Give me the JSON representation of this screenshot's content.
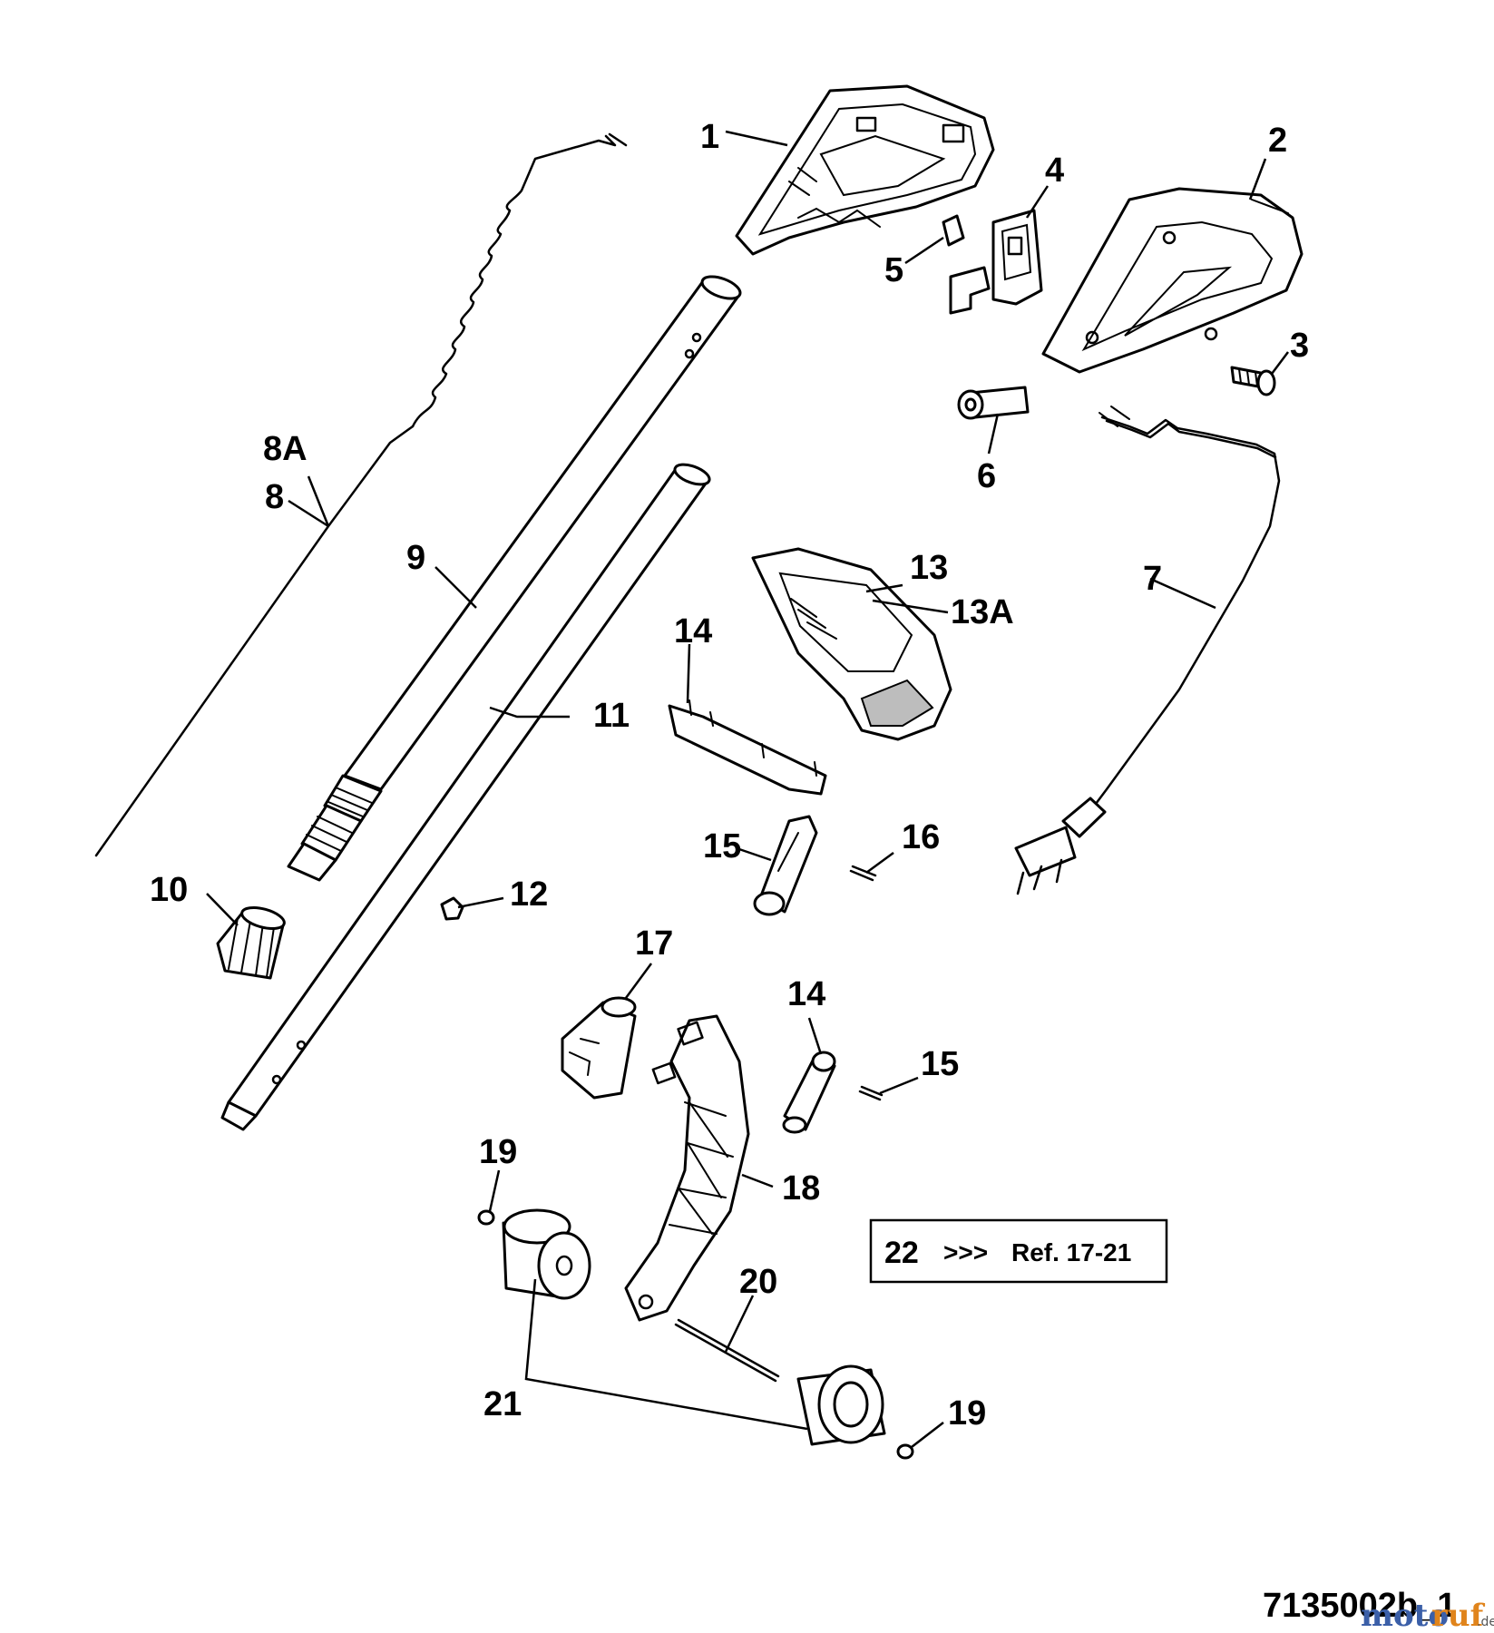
{
  "callouts": {
    "c1": "1",
    "c2": "2",
    "c3": "3",
    "c4": "4",
    "c5": "5",
    "c6": "6",
    "c7": "7",
    "c8a": "8A",
    "c8": "8",
    "c9": "9",
    "c10": "10",
    "c11": "11",
    "c12": "12",
    "c13": "13",
    "c13a": "13A",
    "c14a": "14",
    "c14b": "14",
    "c15a": "15",
    "c15b": "15",
    "c16": "16",
    "c17": "17",
    "c18": "18",
    "c19a": "19",
    "c19b": "19",
    "c20": "20",
    "c21": "21"
  },
  "reference_box": {
    "number": "22",
    "arrows": ">>>",
    "text": "Ref. 17-21"
  },
  "figure_id": "7135002b_1",
  "watermark": {
    "part1": "moto",
    "part2": "ruf",
    "suffix": ".de"
  }
}
